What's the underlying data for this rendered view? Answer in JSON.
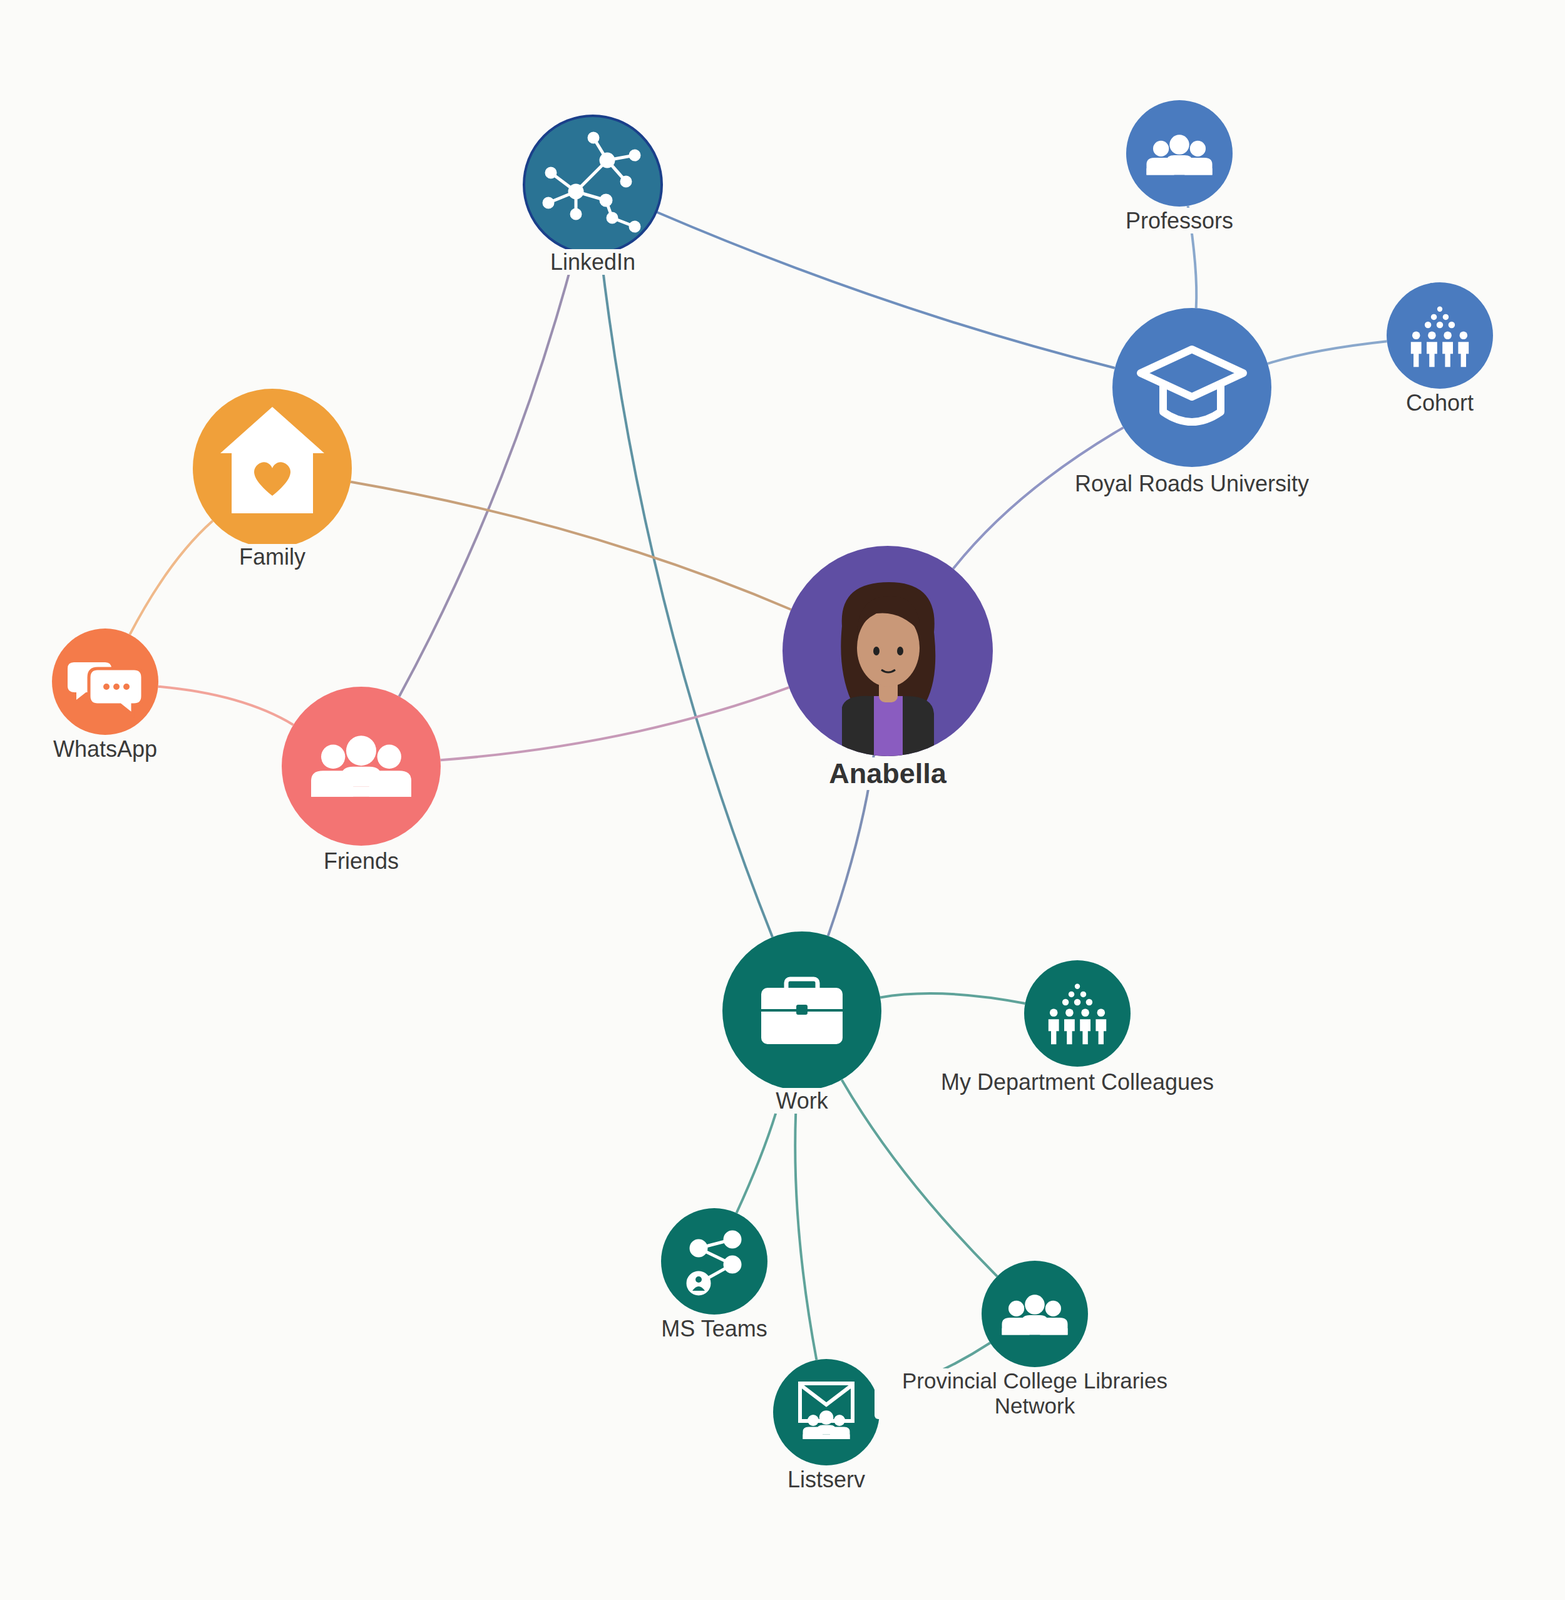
{
  "diagram": {
    "nodes": [
      {
        "text": [
          "LinkedIn"
        ]
      },
      {
        "text": [
          "Professors"
        ]
      },
      {
        "text": [
          "Cohort"
        ]
      },
      {
        "text": [
          "Royal Roads University"
        ]
      },
      {
        "text": [
          "Family"
        ]
      },
      {
        "text": [
          "WhatsApp"
        ]
      },
      {
        "text": [
          "Anabella"
        ]
      },
      {
        "text": [
          "Friends"
        ]
      },
      {
        "text": [
          "Work"
        ]
      },
      {
        "text": [
          "My Department Colleagues"
        ]
      },
      {
        "text": [
          "MS Teams"
        ]
      },
      {
        "text": [
          "Provincial College Libraries Network"
        ]
      },
      {
        "text": [
          "Listserv"
        ]
      }
    ],
    "edges": [
      {
        "from": 0,
        "to": 3,
        "arrow": "none"
      },
      {
        "from": 0,
        "to": 7,
        "arrow": "none"
      },
      {
        "from": 0,
        "to": 8,
        "arrow": "none"
      },
      {
        "from": 1,
        "to": 3,
        "arrow": "none"
      },
      {
        "from": 3,
        "to": 2,
        "arrow": "none"
      },
      {
        "from": 3,
        "to": 6,
        "arrow": "none"
      },
      {
        "from": 4,
        "to": 6,
        "arrow": "none"
      },
      {
        "from": 4,
        "to": 5,
        "arrow": "none"
      },
      {
        "from": 5,
        "to": 7,
        "arrow": "none"
      },
      {
        "from": 7,
        "to": 6,
        "arrow": "none"
      },
      {
        "from": 6,
        "to": 8,
        "arrow": "none"
      },
      {
        "from": 8,
        "to": 9,
        "arrow": "none"
      },
      {
        "from": 8,
        "to": 10,
        "arrow": "none"
      },
      {
        "from": 8,
        "to": 12,
        "arrow": "none"
      },
      {
        "from": 8,
        "to": 11,
        "arrow": "none"
      },
      {
        "from": 11,
        "to": 12,
        "arrow": "none"
      }
    ]
  }
}
